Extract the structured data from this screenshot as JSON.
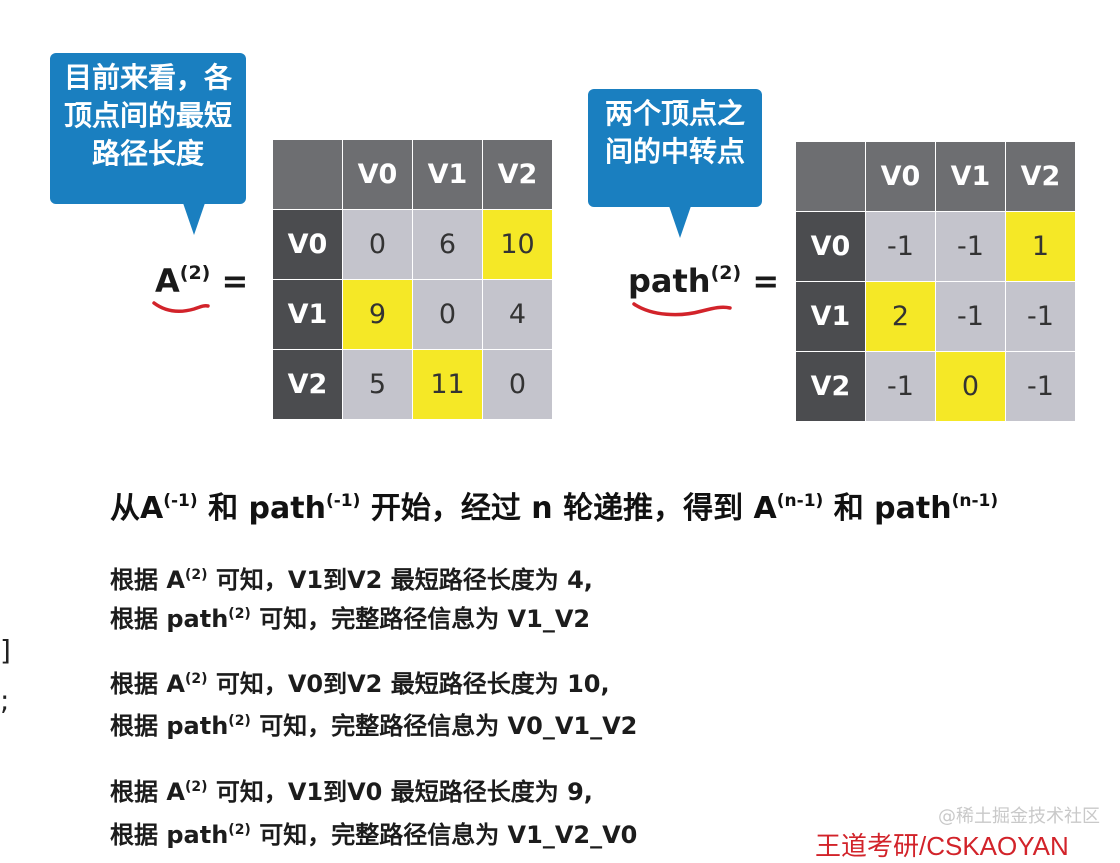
{
  "callouts": {
    "left": [
      "目前来看，各",
      "顶点间的最短",
      "路径长度"
    ],
    "right": [
      "两个顶点之",
      "间的中转点"
    ]
  },
  "formula_A": {
    "base": "A",
    "sup": "(2)",
    "eq": "="
  },
  "formula_path": {
    "base": "path",
    "sup": "(2)",
    "eq": "="
  },
  "matrix_A": {
    "col_headers": [
      "V0",
      "V1",
      "V2"
    ],
    "rows": [
      {
        "label": "V0",
        "cells": [
          "0",
          "6",
          "10"
        ]
      },
      {
        "label": "V1",
        "cells": [
          "9",
          "0",
          "4"
        ]
      },
      {
        "label": "V2",
        "cells": [
          "5",
          "11",
          "0"
        ]
      }
    ]
  },
  "matrix_path": {
    "col_headers": [
      "V0",
      "V1",
      "V2"
    ],
    "rows": [
      {
        "label": "V0",
        "cells": [
          "-1",
          "-1",
          "1"
        ]
      },
      {
        "label": "V1",
        "cells": [
          "2",
          "-1",
          "-1"
        ]
      },
      {
        "label": "V2",
        "cells": [
          "-1",
          "0",
          "-1"
        ]
      }
    ]
  },
  "colors": {
    "highlight": "#f5e826",
    "callout": "#1a7fc0",
    "header": "#6d6e71",
    "row_header": "#4b4c4f",
    "cell": "#c4c4cc",
    "underline": "#d2232a"
  },
  "headline": {
    "p1": "从A",
    "s1": "(-1)",
    "p2": " 和 path",
    "s2": "(-1)",
    "p3": " 开始，经过 n 轮递推，得到 A",
    "s3": "(n-1)",
    "p4": " 和 path",
    "s4": "(n-1)"
  },
  "notes": [
    {
      "a": "根据 A",
      "sup": "(2)",
      "b": " 可知，V1到V2 最短路径长度为 4,"
    },
    {
      "a": "根据 path",
      "sup": "(2)",
      "b": "  可知，完整路径信息为 V1_V2"
    },
    {
      "a": "根据 A",
      "sup": "(2)",
      "b": " 可知，V0到V2 最短路径长度为 10,"
    },
    {
      "a": "根据 path",
      "sup": "(2)",
      "b": "  可知，完整路径信息为 V0_V1_V2"
    },
    {
      "a": "根据 A",
      "sup": "(2)",
      "b": " 可知，V1到V0 最短路径长度为 9,"
    },
    {
      "a": "根据 path",
      "sup": "(2)",
      "b": "  可知，完整路径信息为 V1_V2_V0"
    }
  ],
  "edge_glyphs": [
    "]",
    ";"
  ],
  "watermark": "@稀土掘金技术社区",
  "brand": "王道考研/CSKAOYAN"
}
